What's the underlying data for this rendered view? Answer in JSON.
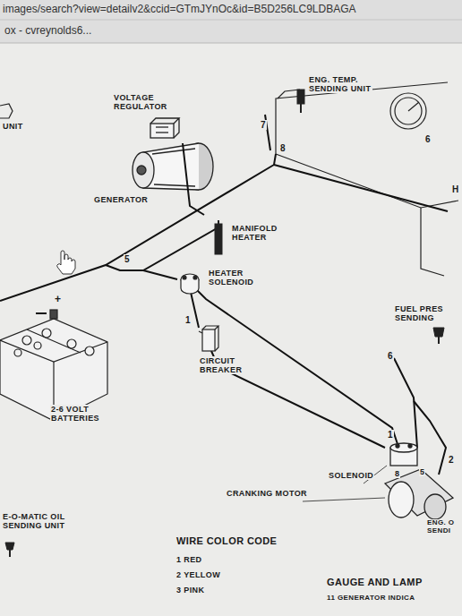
{
  "diagram": {
    "labels": [
      "images/search?view=detailv2&ccid=GTmJYnOc&id=B5D256LC9LDBAGA",
      "ox - cvreynolds6...",
      "UNIT",
      "VOLTAGE REGULATOR",
      "GENERATOR",
      "ENG. TEMP. SENDING UNIT",
      "7",
      "8",
      "6",
      "H",
      "MANIFOLD HEATER",
      "5",
      "HEATER SOLENOID",
      "1",
      "CIRCUIT BREAKER",
      "FUEL PRES SENDING",
      "6",
      "+",
      "2-6 VOLT BATTERIES",
      "1",
      "2",
      "8",
      "5",
      "SOLENOID",
      "CRANKING MOTOR",
      "E-O-MATIC OIL SENDING UNIT",
      "ENG. O SENDI",
      "WIRE COLOR CODE",
      "1 RED",
      "2 YELLOW",
      "3 PINK",
      "GAUGE AND LAMP",
      "11 GENERATOR INDICA"
    ]
  }
}
